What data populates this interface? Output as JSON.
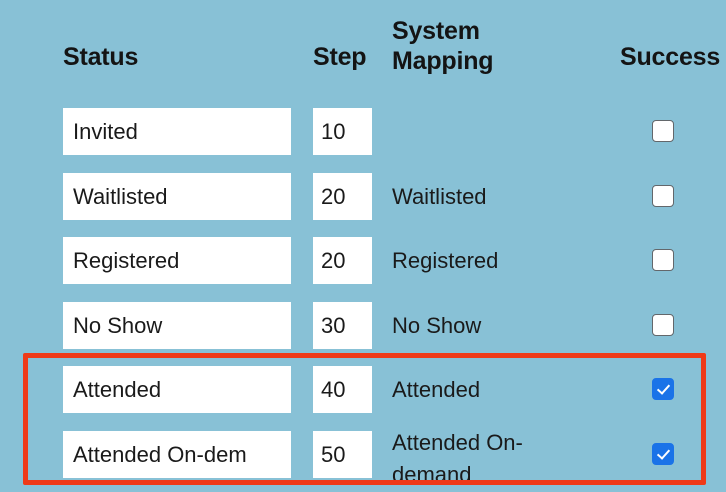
{
  "colors": {
    "background": "#88c1d6",
    "field_background": "#ffffff",
    "text": "#1a1a1a",
    "checkbox_checked": "#1a73e8",
    "checkbox_border": "#63676b",
    "highlight_border": "#ef3a18"
  },
  "header": {
    "status": "Status",
    "step": "Step",
    "system_mapping": "System Mapping",
    "success": "Success"
  },
  "rows": [
    {
      "status": "Invited",
      "step": "10",
      "system_mapping": "",
      "success_checked": false,
      "highlighted": false
    },
    {
      "status": "Waitlisted",
      "step": "20",
      "system_mapping": "Waitlisted",
      "success_checked": false,
      "highlighted": false
    },
    {
      "status": "Registered",
      "step": "20",
      "system_mapping": "Registered",
      "success_checked": false,
      "highlighted": false
    },
    {
      "status": "No Show",
      "step": "30",
      "system_mapping": "No Show",
      "success_checked": false,
      "highlighted": false
    },
    {
      "status": "Attended",
      "step": "40",
      "system_mapping": "Attended",
      "success_checked": true,
      "highlighted": true
    },
    {
      "status": "Attended On-dem",
      "step": "50",
      "system_mapping": "Attended On-\ndemand",
      "success_checked": true,
      "highlighted": true
    }
  ],
  "annotation": {
    "type": "highlight-rectangle",
    "label": "attended-rows-highlight"
  }
}
